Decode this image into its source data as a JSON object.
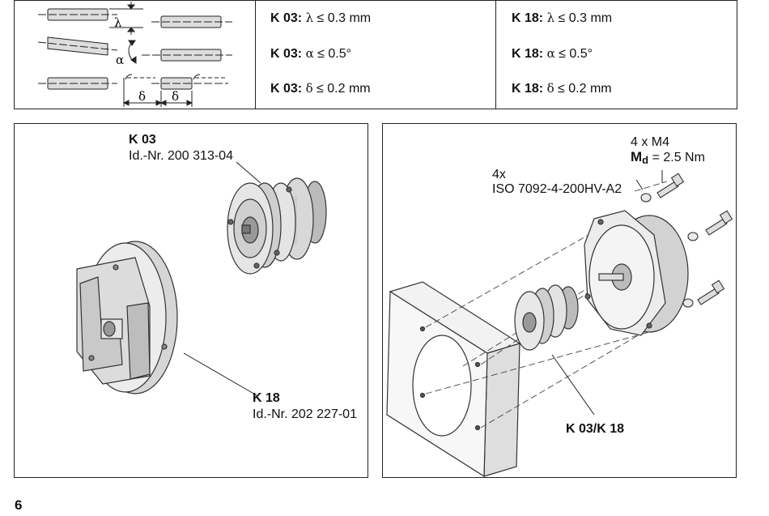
{
  "tolerance_table": {
    "k03": {
      "name": "K 03",
      "lambda_sym": "λ",
      "lambda_val": " ≤ 0.3 mm",
      "alpha_sym": "α",
      "alpha_val": " ≤ 0.5°",
      "delta_sym": "δ",
      "delta_val": " ≤ 0.2 mm"
    },
    "k18": {
      "name": "K 18",
      "lambda_sym": "λ",
      "lambda_val": " ≤ 0.3 mm",
      "alpha_sym": "α",
      "alpha_val": " ≤ 0.5°",
      "delta_sym": "δ",
      "delta_val": " ≤ 0.2 mm"
    },
    "diagram_symbols": {
      "lambda": "λ",
      "alpha": "α",
      "delta": "δ"
    }
  },
  "left_panel": {
    "k03_title": "K 03",
    "k03_id": "Id.-Nr. 200 313-04",
    "k18_title": "K 18",
    "k18_id": "Id.-Nr. 202 227-01"
  },
  "right_panel": {
    "screws_qty": "4 x M4",
    "torque_symbol": "M",
    "torque_sub": "d",
    "torque_value": " = 2.5 Nm",
    "washer_qty": "4x",
    "washer_spec": "ISO 7092-4-200HV-A2",
    "coupling_label": "K 03/K 18"
  },
  "page_number": "6"
}
